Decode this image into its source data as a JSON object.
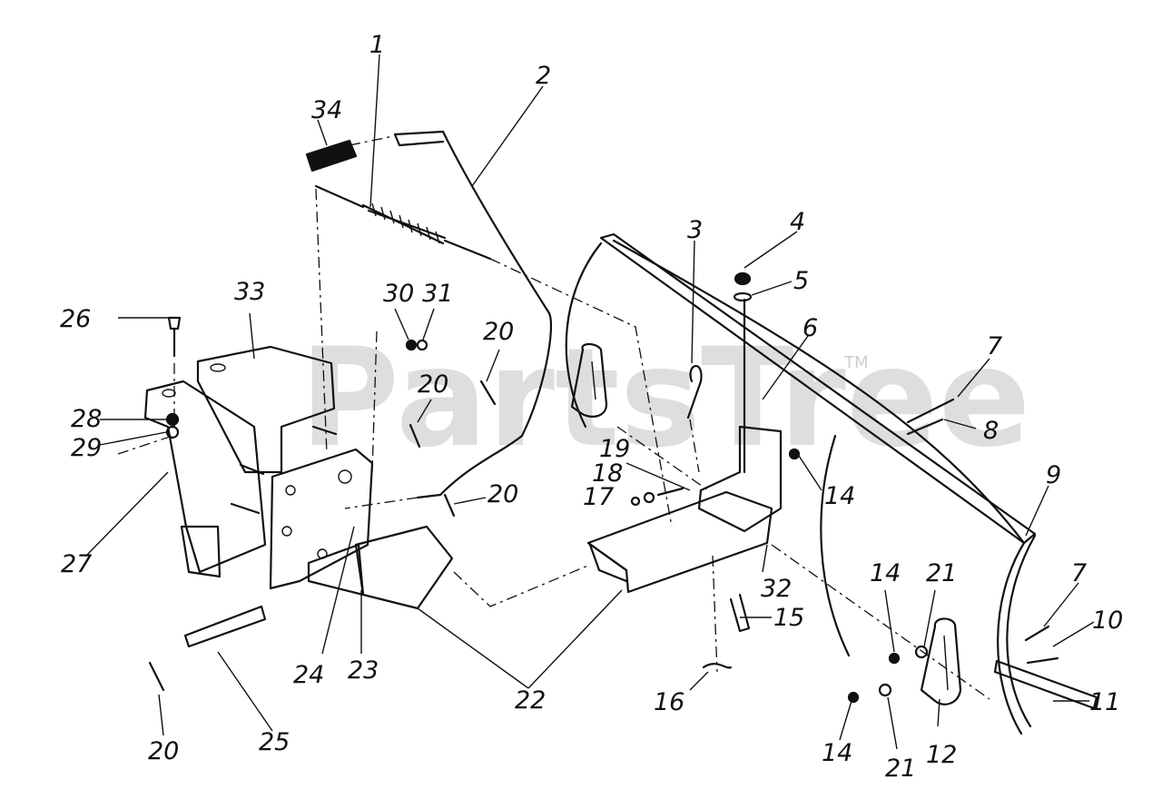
{
  "watermark": {
    "text": "PartsTree",
    "trademark": "TM"
  },
  "callouts": {
    "c1": "1",
    "c2": "2",
    "c3": "3",
    "c4": "4",
    "c5": "5",
    "c6": "6",
    "c7a": "7",
    "c7b": "7",
    "c8": "8",
    "c9": "9",
    "c10": "10",
    "c11": "11",
    "c12": "12",
    "c14a": "14",
    "c14b": "14",
    "c14c": "14",
    "c15": "15",
    "c16": "16",
    "c17": "17",
    "c18": "18",
    "c19": "19",
    "c20a": "20",
    "c20b": "20",
    "c20c": "20",
    "c20d": "20",
    "c21a": "21",
    "c21b": "21",
    "c22": "22",
    "c23": "23",
    "c24": "24",
    "c25": "25",
    "c26": "26",
    "c27": "27",
    "c28": "28",
    "c29": "29",
    "c30": "30",
    "c31": "31",
    "c32": "32",
    "c33": "33",
    "c34": "34"
  }
}
